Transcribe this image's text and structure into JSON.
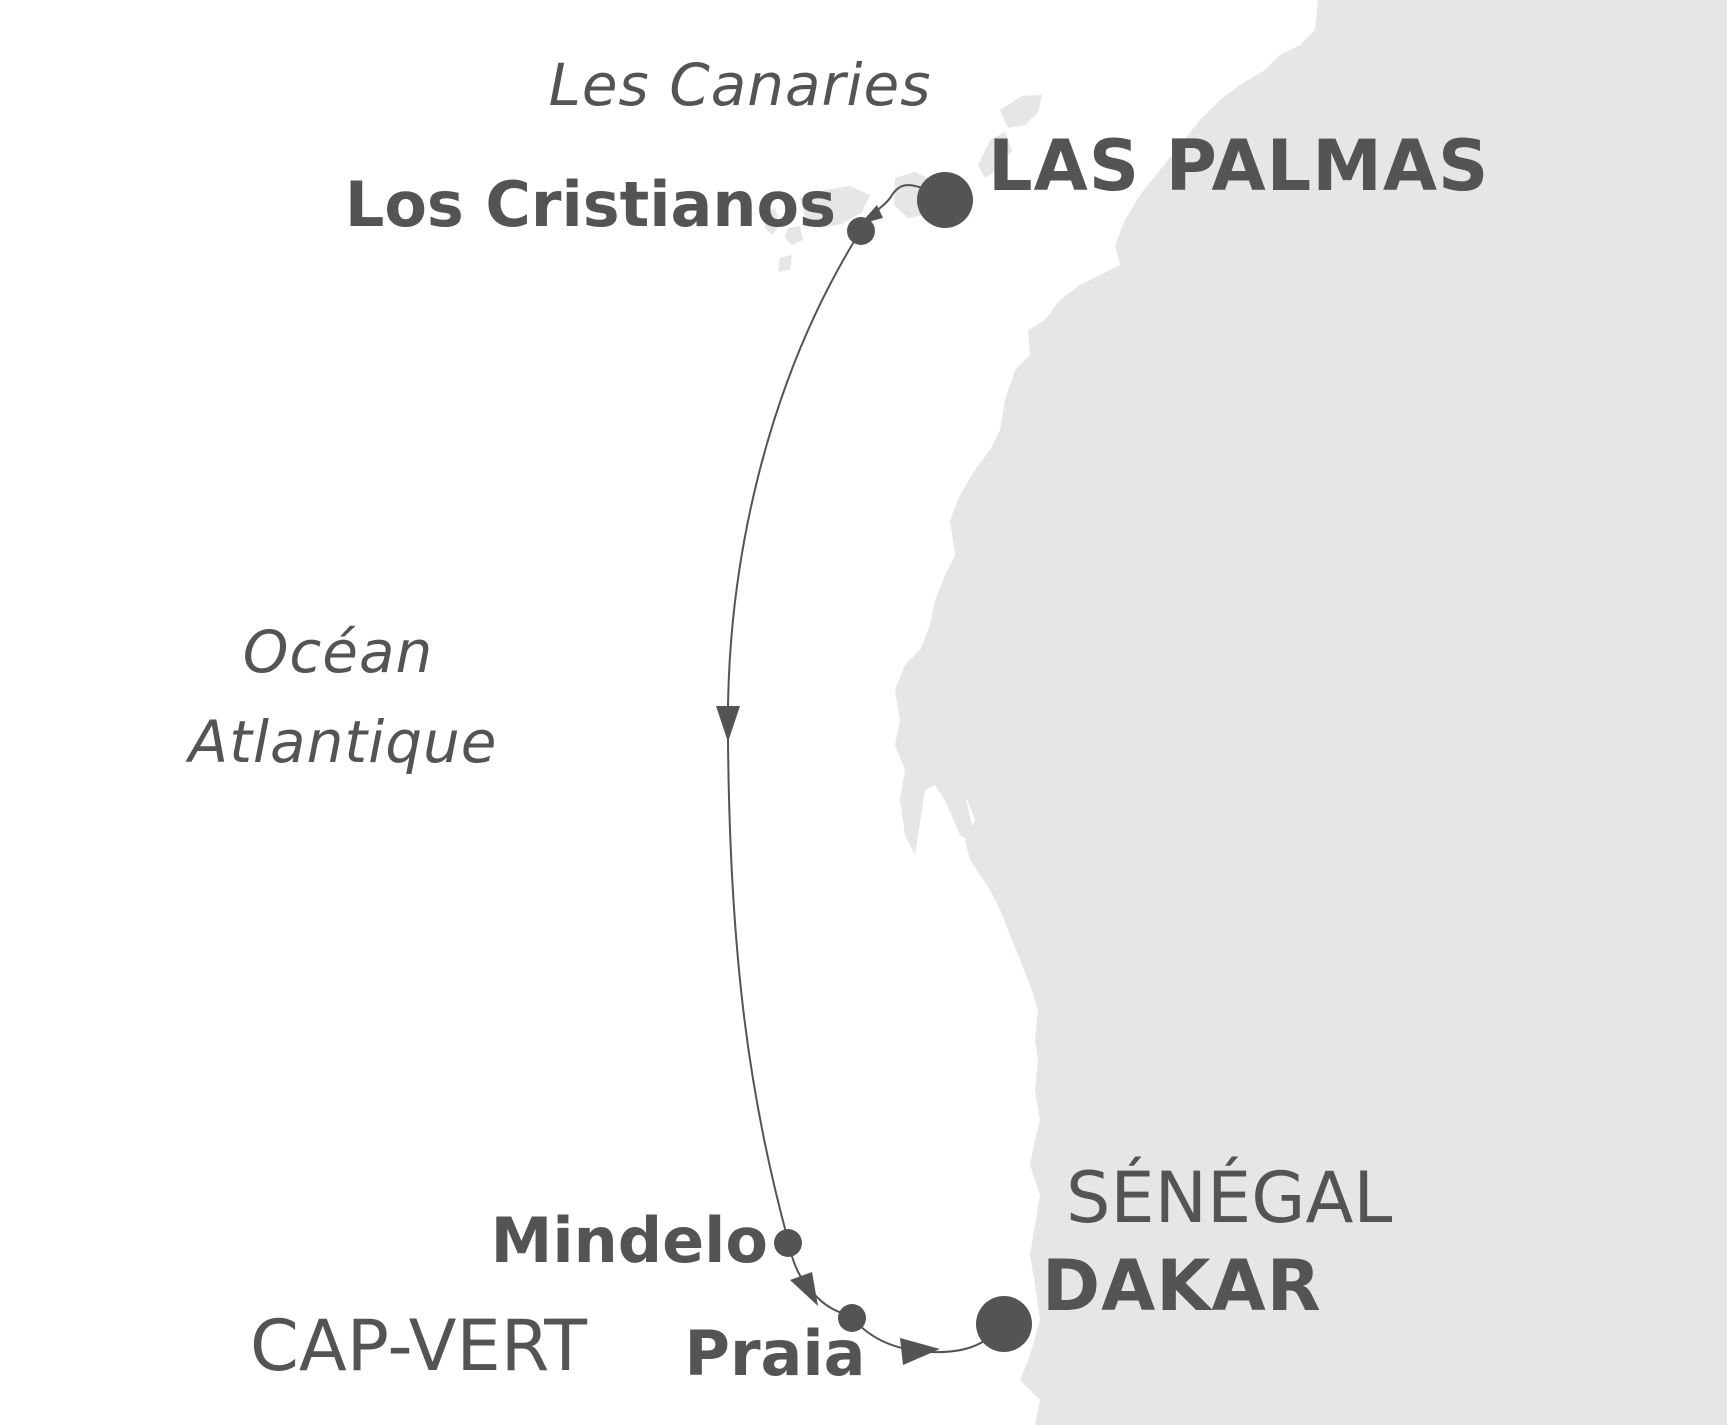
{
  "map": {
    "colors": {
      "sea": "#ffffff",
      "land": "#e8e5e5",
      "route": "#555354",
      "text": "#555354",
      "marker": "#555354"
    },
    "regions": {
      "canaries": "Les Canaries",
      "ocean_line1": "Océan",
      "ocean_line2": "Atlantique",
      "cape_verde": "CAP-VERT",
      "senegal": "SÉNÉGAL"
    },
    "ports": {
      "las_palmas": {
        "name": "LAS PALMAS",
        "type": "major"
      },
      "los_cristianos": {
        "name": "Los Cristianos",
        "type": "stop"
      },
      "mindelo": {
        "name": "Mindelo",
        "type": "stop"
      },
      "praia": {
        "name": "Praia",
        "type": "stop"
      },
      "dakar": {
        "name": "DAKAR",
        "type": "major"
      }
    },
    "route_order": [
      "las_palmas",
      "los_cristianos",
      "mindelo",
      "praia",
      "dakar"
    ]
  }
}
